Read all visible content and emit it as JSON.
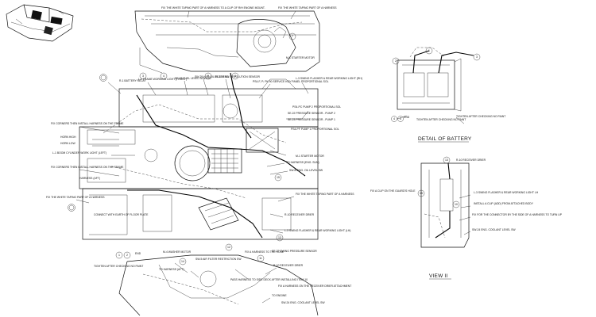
{
  "labels": {
    "top_fix_1": "FIX THE WHITE TAPING PART OF A HARNESS TO A CLIP OF R/H ENGINE MOUNT.",
    "top_fix_2": "FIX THE WHITE TAPING PART OF A HARNESS",
    "starter_motor_top": "M-1 STARTER MOTOR",
    "battery_relay": "R-1 BATTERY RELAY",
    "frame_light_front": "L-2 FRAME WORKING LIGHT (FRONT)",
    "fuel_level": "SE-15 FUEL LEVEL SENSOR",
    "hyd_oil": "SW-29 HYD OIL FILTER SW",
    "eng_revolution": "SE-13 ENG. REVOLUTION SENSOR",
    "prop_sol_1": "PS4-F, P; PK 90 SERVICE KGV PANEL PROPORTIONAL SOL",
    "swing_flasher": "L-3 SWING FLASHER & REAR WORKING LIGHT (RH)",
    "prop_sol_2": "PS4-PC PUMP 2 PROPORTIONAL SOL",
    "pressure_sensor_2": "SE-22 PRESSURE SENSOR - PUMP 2",
    "pressure_sensor_1": "SE-23 PRESSURE SENSOR - PUMP 1",
    "prop_sol_3": "PS4-PF PUMP 1 PROPORTIONAL SOL",
    "fix_corners_1": "FIX CORNERS THEN INSTALL HARNESS ON THE FRAME",
    "horn_high": "HORN HIGH",
    "horn_low": "HORN LOW",
    "boom_light": "L-1 BOOM CYLINDER WORK LIGHT (LEFT)",
    "fix_corners_2": "FIX CORNERS THEN INSTALL HARNESS ON THE FRAME",
    "harness_aft": "HARNESS (AFT)",
    "starter_motor_mid": "M-1 STARTER MOTOR",
    "to_harness_eng": "TO HARNESS (ENG. SUN)",
    "eng_oil_level": "SW-B ENG. OIL LEVEL SW",
    "fix_white_left": "FIX THE WHITE TAPING PART OF A HARNESS",
    "fix_white_right": "FIX THE WHITE TAPING PART OF A HARNESS",
    "receiver_drier_mid": "R-10 RECEIVER DRIER",
    "connect_earth": "CONNECT WITH EARTH OF FLOOR PLATE",
    "swing_flasher_lh": "L-3 SWING FLASHER & REAR WORKING LIGHT (LH)",
    "fix_harness_hose": "FIX A HARNESS TO THE HOSE",
    "swing_pressure": "SE-27 SWING PRESSURE SENSOR",
    "washer_motor": "M-4 WASHER MOTOR",
    "tighten_left": "TIGHTEN AFTER CHECKING NO PAINT",
    "end_label": "END",
    "to_harness_aft": "TO HARNESS (AFT)",
    "air_filter": "SW-5 AIR FILTER RESTRICTION SW",
    "receiver_drier_bottom": "R-10 RECEIVER DRIER",
    "pass_harness": "PASS HARNESS TO SIDE DECK AFTER INSTALLING ITEM 10",
    "fix_receiver": "FIX A HARNESS ON THE RECEIVER DRIER ATTACHMENT",
    "to_engine": "TO ENGINE",
    "coolant_bottom": "SW-24 ENG. COOLANT LEVEL SW",
    "detail_battery": "DETAIL OF BATTERY",
    "battery_end": "END",
    "battery_tighten_left": "TIGHTEN AFTER CHECKING NO PAINT",
    "battery_tighten_right": "TIGHTEN AFTER CHECKING NO PAINT",
    "view_receiver": "R-10 RECEIVER DRIER",
    "view_clip": "FIX A CLIP ON THE GUARD'S HOLE",
    "view_swing": "L-3 SWING FLASHER & REAR WORKING LIGHT LH",
    "view_install_clip": "INSTALL A CLIP (ADD) FROM ATTACHED BODY",
    "view_fix_connector": "FIX FOR THE CONNECTOR BY THE SIDE OF A HARNESS TO TURN UP",
    "view_coolant": "SW-24 ENG. COOLANT LEVEL SW",
    "view_ii": "VIEW II"
  },
  "callouts": {
    "c1": "1",
    "c2": "2",
    "c3": "3",
    "c4": "4",
    "c5": "5",
    "c6": "6",
    "c7": "7",
    "c8": "8",
    "c9": "9",
    "c10": "10",
    "c11": "11",
    "c12": "12",
    "c13": "13",
    "c14": "14",
    "c15": "15",
    "c16": "16",
    "c17": "17",
    "c18": "18",
    "b1": "1",
    "b2": "2",
    "b3": "3",
    "b4": "4",
    "b5": "5",
    "v1": "13",
    "v2": "15",
    "v3": "10"
  },
  "colors": {
    "ink": "#111111",
    "paper": "#ffffff"
  }
}
